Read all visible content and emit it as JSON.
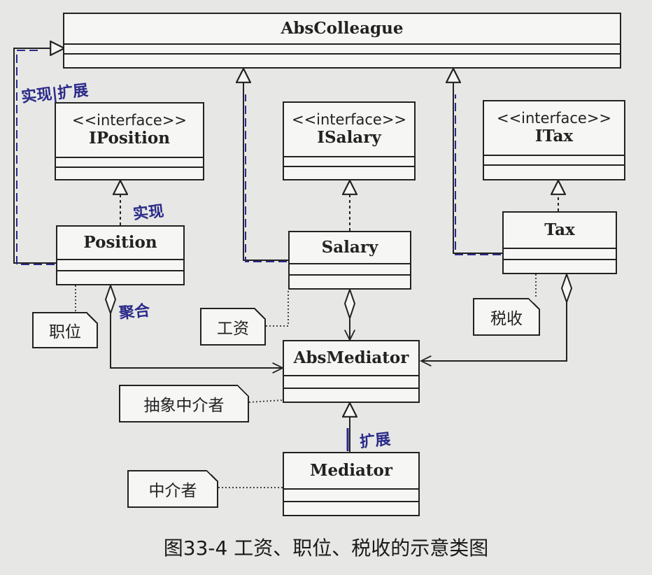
{
  "classes": {
    "abscolleague": {
      "name": "AbsColleague"
    },
    "iposition": {
      "stereotype": "<<interface>>",
      "name": "IPosition"
    },
    "isalary": {
      "stereotype": "<<interface>>",
      "name": "ISalary"
    },
    "itax": {
      "stereotype": "<<interface>>",
      "name": "ITax"
    },
    "position": {
      "name": "Position"
    },
    "salary": {
      "name": "Salary"
    },
    "tax": {
      "name": "Tax"
    },
    "absmediator": {
      "name": "AbsMediator"
    },
    "mediator": {
      "name": "Mediator"
    }
  },
  "notes": {
    "position": "职位",
    "salary": "工资",
    "tax": "税收",
    "absmediator": "抽象中介者",
    "mediator": "中介者"
  },
  "handwritten": {
    "realize_extend": "实现|扩展",
    "realize": "实现",
    "aggregate": "聚合",
    "extend": "扩展"
  },
  "caption": "图33-4   工资、职位、税收的示意类图",
  "colors": {
    "ink": "#222222",
    "handwriting": "#2a2a8a",
    "paper": "#e7e7e5"
  }
}
